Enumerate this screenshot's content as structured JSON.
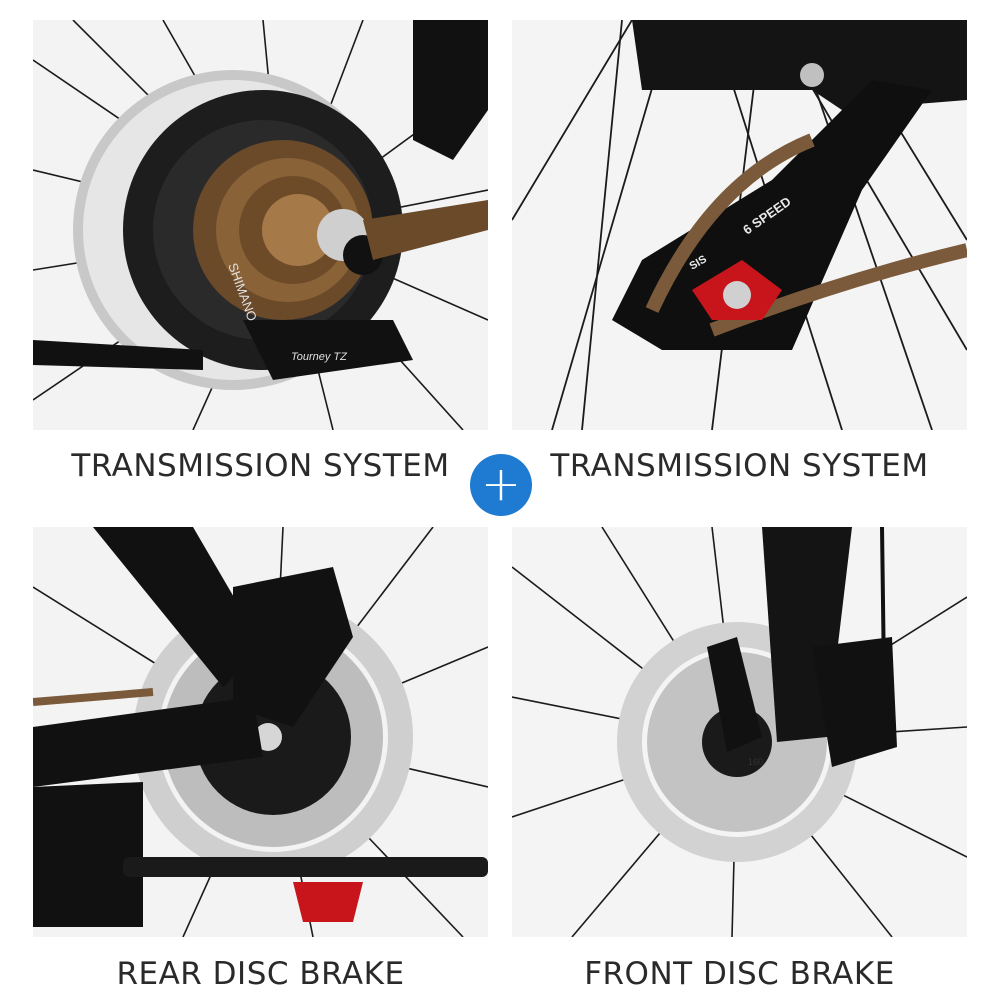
{
  "panels": [
    {
      "caption": "TRANSMISSION SYSTEM",
      "brand_text": "SHIMANO",
      "derailleur_text": "Tourney TZ"
    },
    {
      "caption": "TRANSMISSION SYSTEM",
      "badge_text": "6 SPEED",
      "brand_text": "SIS"
    },
    {
      "caption": "REAR DISC BRAKE"
    },
    {
      "caption": "FRONT DISC BRAKE",
      "rotor_text": "160"
    }
  ],
  "plus_symbol": "+",
  "colors": {
    "accent": "#1f7bd2",
    "caption": "#2a2a2a",
    "pulley": "#c8151b"
  }
}
